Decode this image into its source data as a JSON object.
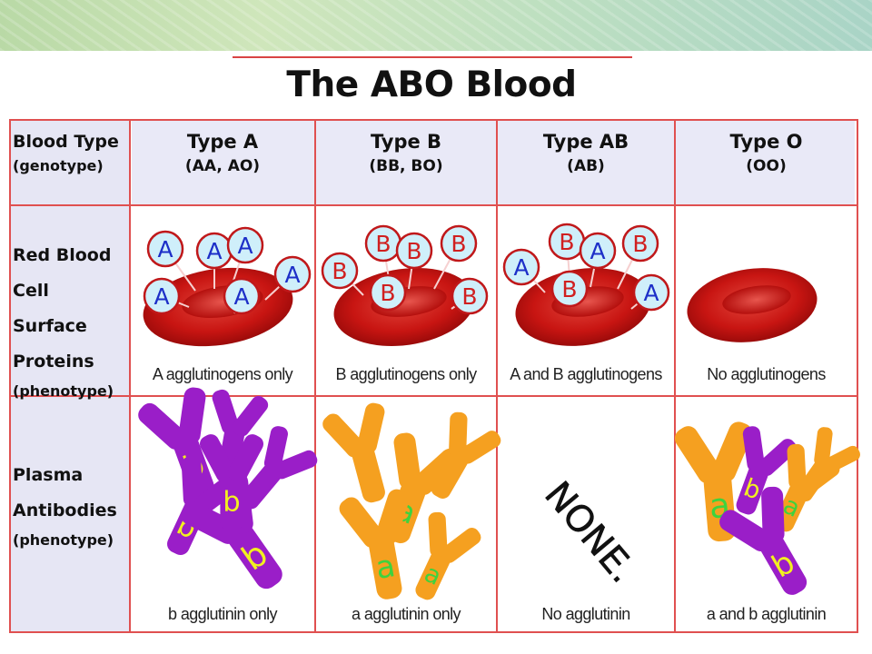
{
  "title": "The ABO Blood System",
  "row_labels": {
    "blood_type": [
      "Blood Type",
      "(genotype)"
    ],
    "surface": [
      "Red Blood",
      "Cell Surface",
      "Proteins",
      "(phenotype)"
    ],
    "plasma": [
      "Plasma",
      "Antibodies",
      "(phenotype)"
    ]
  },
  "columns": [
    {
      "name": "Type A",
      "genotype": "(AA, AO)",
      "antigen_caption": "A agglutinogens only",
      "antibody_caption": "b agglutinin only"
    },
    {
      "name": "Type B",
      "genotype": "(BB, BO)",
      "antigen_caption": "B agglutinogens only",
      "antibody_caption": "a agglutinin only"
    },
    {
      "name": "Type AB",
      "genotype": "(AB)",
      "antigen_caption": "A and B agglutinogens",
      "antibody_caption": "No agglutinin"
    },
    {
      "name": "Type O",
      "genotype": "(OO)",
      "antigen_caption": "No agglutinogens",
      "antibody_caption": "a and b agglutinin"
    }
  ],
  "marker_letters": {
    "antigen_a": "A",
    "antigen_b": "B",
    "antibody_a": "a",
    "antibody_b": "b"
  },
  "none_text": "NONE.",
  "colors": {
    "grid_line": "#e05050",
    "header_bg": "#e9e9f7",
    "cell_red": "#c0100f",
    "antigen_bubble": "#cfeffa",
    "antigen_a_letter": "#1d2fc8",
    "antigen_b_letter": "#d02020",
    "antibody_purple": "#9a1ec8",
    "antibody_orange": "#f5a020",
    "antibody_b_letter": "#f2f020",
    "antibody_a_letter": "#3ed23e"
  }
}
